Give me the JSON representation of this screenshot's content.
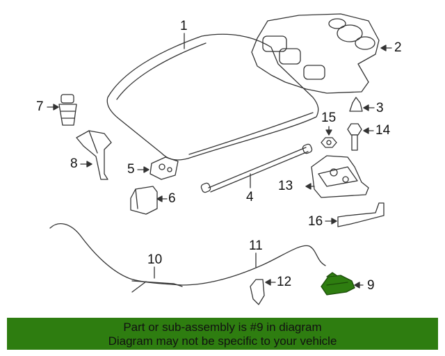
{
  "callouts": {
    "c1": "1",
    "c2": "2",
    "c3": "3",
    "c4": "4",
    "c5": "5",
    "c6": "6",
    "c7": "7",
    "c8": "8",
    "c9": "9",
    "c10": "10",
    "c11": "11",
    "c12": "12",
    "c13": "13",
    "c14": "14",
    "c15": "15",
    "c16": "16"
  },
  "highlighted_part": "9",
  "banner": {
    "line1": "Part or sub-assembly is #9 in diagram",
    "line2": "Diagram may not be specific to your vehicle"
  },
  "colors": {
    "line": "#333333",
    "highlight": "#2e7d10",
    "banner_bg": "#2e7d10"
  }
}
